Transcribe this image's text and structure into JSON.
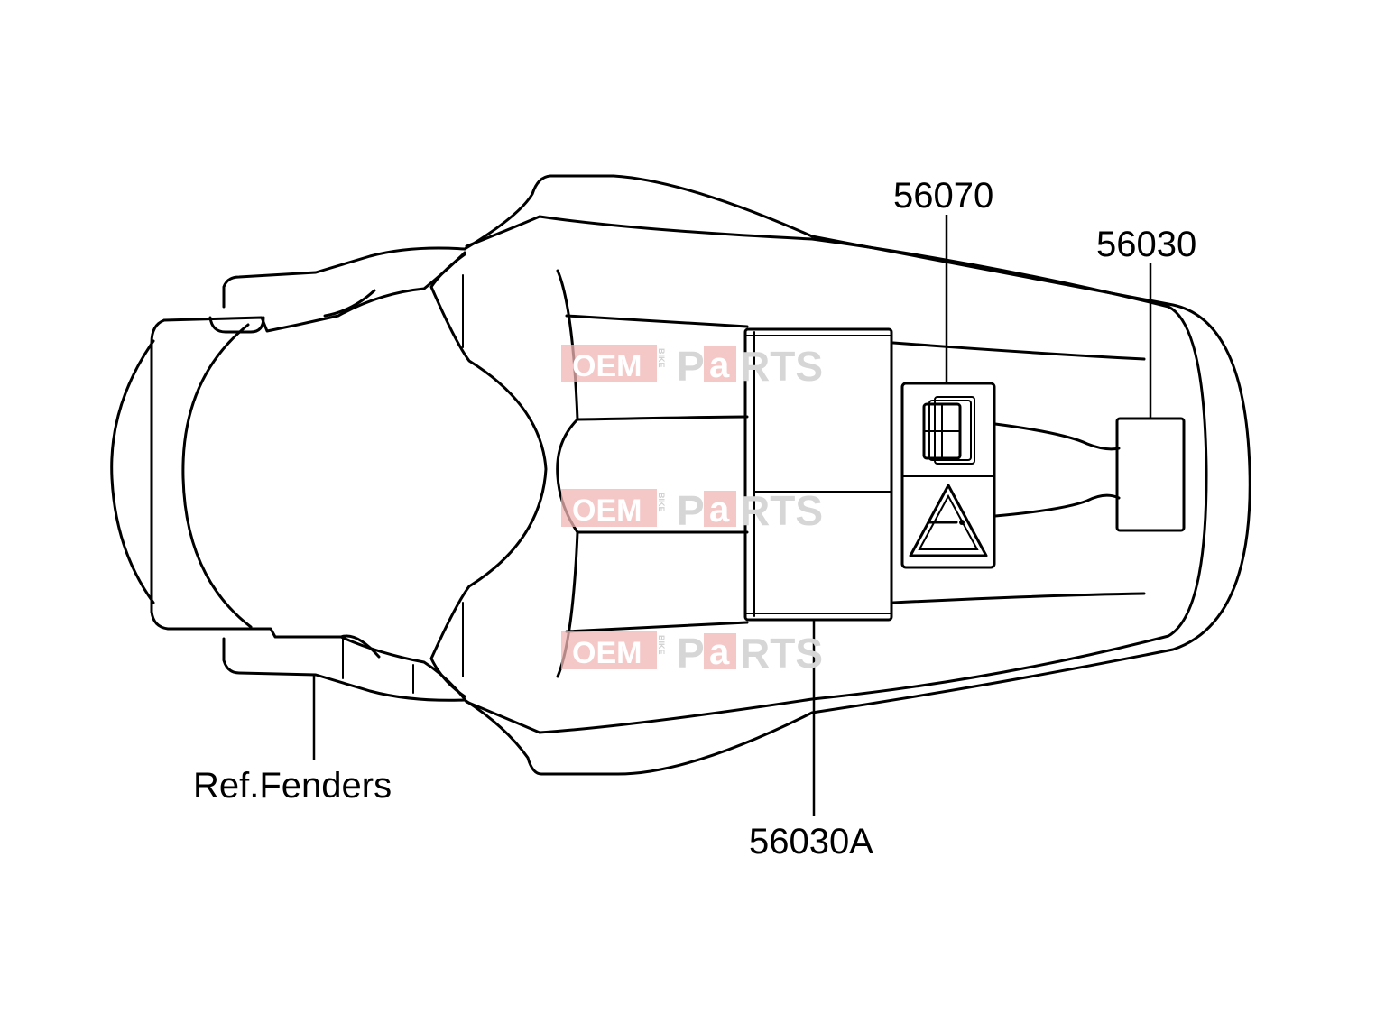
{
  "callouts": {
    "part_56070": "56070",
    "part_56030": "56030",
    "part_56030a": "56030A",
    "ref_fenders": "Ref.Fenders"
  },
  "watermark": {
    "oem": "OEM",
    "bike": "BIKE",
    "p": "P",
    "a": "a",
    "rts": "RTS",
    "accent_color": "#e03a3a",
    "grey_color": "#cfcfcf"
  },
  "icons": [
    "warning-triangle-icon",
    "label-sticker-icon"
  ]
}
